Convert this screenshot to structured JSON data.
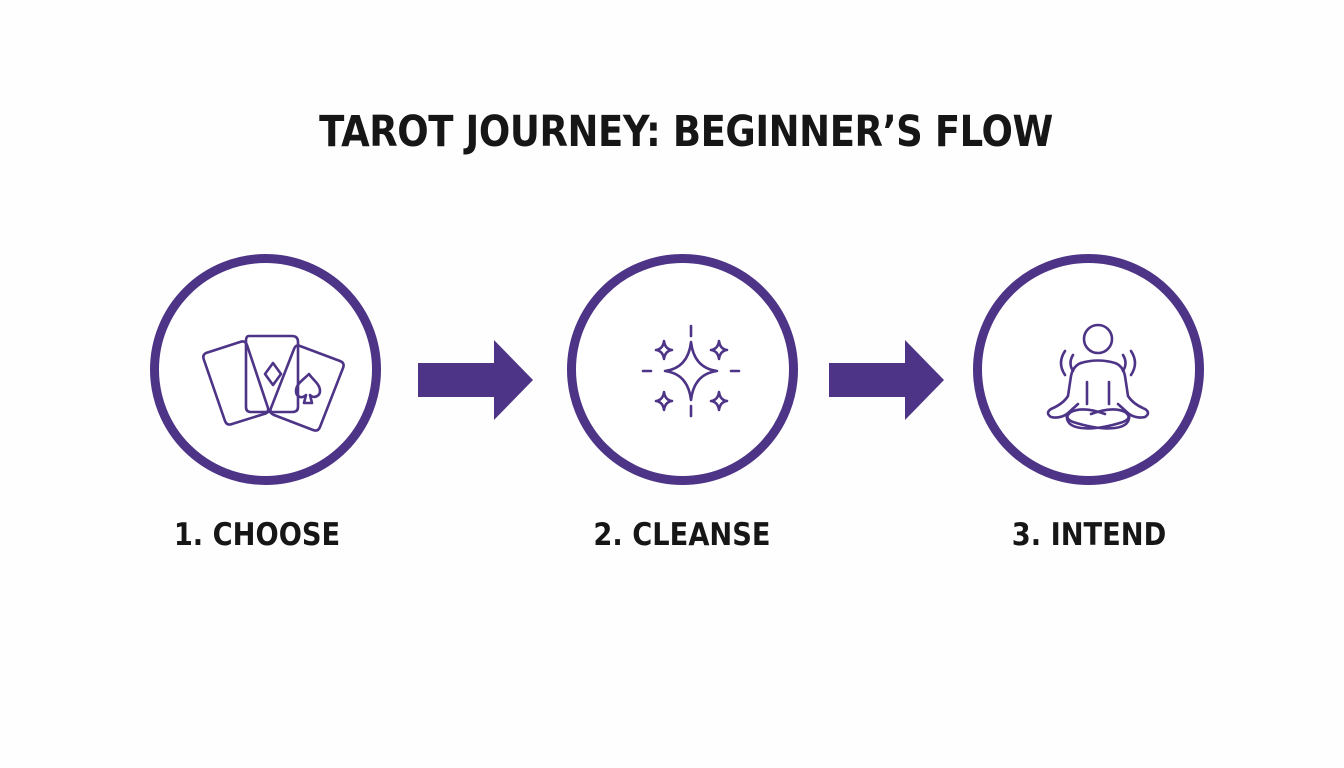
{
  "title": "TAROT JOURNEY: BEGINNER’S FLOW",
  "colors": {
    "accent": "#4d3487",
    "text": "#161616",
    "background": "#ffffff"
  },
  "steps": [
    {
      "number": 1,
      "label": "1. CHOOSE",
      "icon": "tarot-cards-icon"
    },
    {
      "number": 2,
      "label": "2. CLEANSE",
      "icon": "sparkles-icon"
    },
    {
      "number": 3,
      "label": "3. INTEND",
      "icon": "meditation-icon"
    }
  ],
  "connectors": [
    {
      "from": 1,
      "to": 2,
      "icon": "arrow-right-icon"
    },
    {
      "from": 2,
      "to": 3,
      "icon": "arrow-right-icon"
    }
  ]
}
